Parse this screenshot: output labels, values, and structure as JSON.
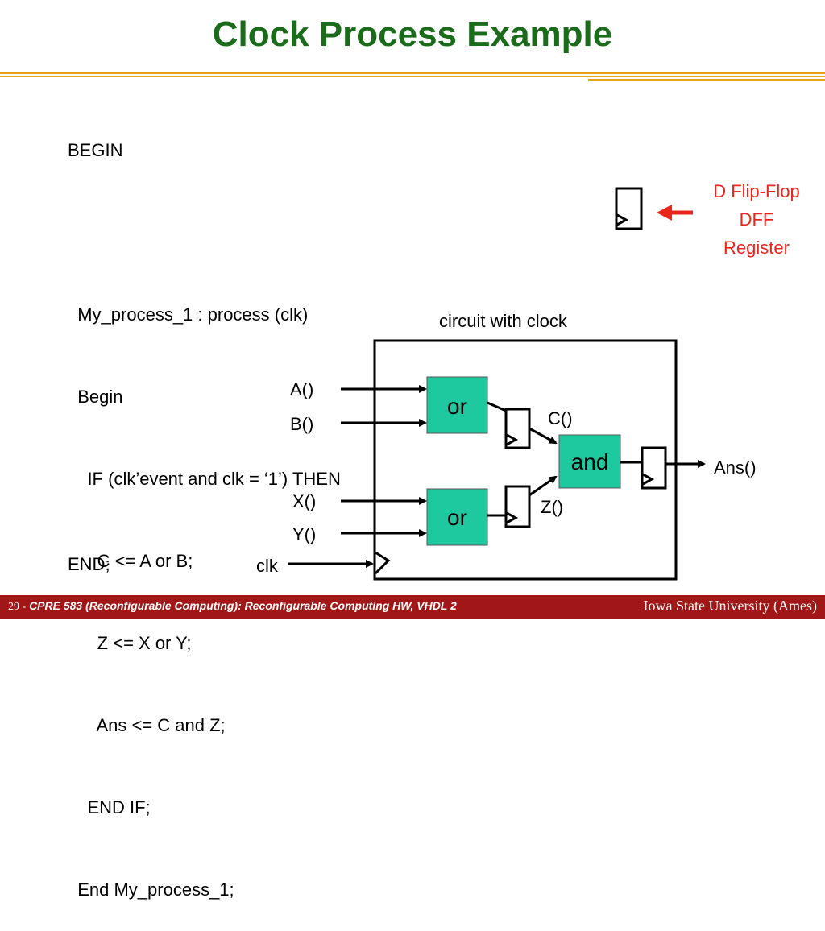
{
  "slide": {
    "title": "Clock Process Example"
  },
  "code": {
    "lines": [
      "BEGIN",
      "",
      "  My_process_1 : process (clk)",
      "  Begin",
      "    IF (clk’event and clk = ‘1’) THEN",
      "      C <= A or B;",
      "      Z <= X or Y;",
      "      Ans <= C and Z;",
      "    END IF;",
      "  End My_process_1;"
    ],
    "end": "END;"
  },
  "legend": {
    "line1": "D Flip-Flop",
    "line2": "DFF",
    "line3": "Register"
  },
  "circuit": {
    "caption": "circuit with clock",
    "inputs": {
      "a": "A()",
      "b": "B()",
      "x": "X()",
      "y": "Y()",
      "clk": "clk"
    },
    "signals": {
      "c": "C()",
      "z": "Z()",
      "ans": "Ans()"
    },
    "gates": {
      "or_top": "or",
      "or_bottom": "or",
      "and": "and"
    }
  },
  "footer": {
    "page_number": "29 -",
    "course": "CPRE 583 (Reconfigurable Computing):  Reconfigurable Computing HW, VHDL 2",
    "university": "Iowa State University (Ames)"
  },
  "colors": {
    "title_green": "#1a6b1a",
    "gate_teal": "#1fc9a0",
    "accent_red": "#e8261c",
    "rule_gold": "#e8a317",
    "footer_maroon": "#a11717"
  }
}
